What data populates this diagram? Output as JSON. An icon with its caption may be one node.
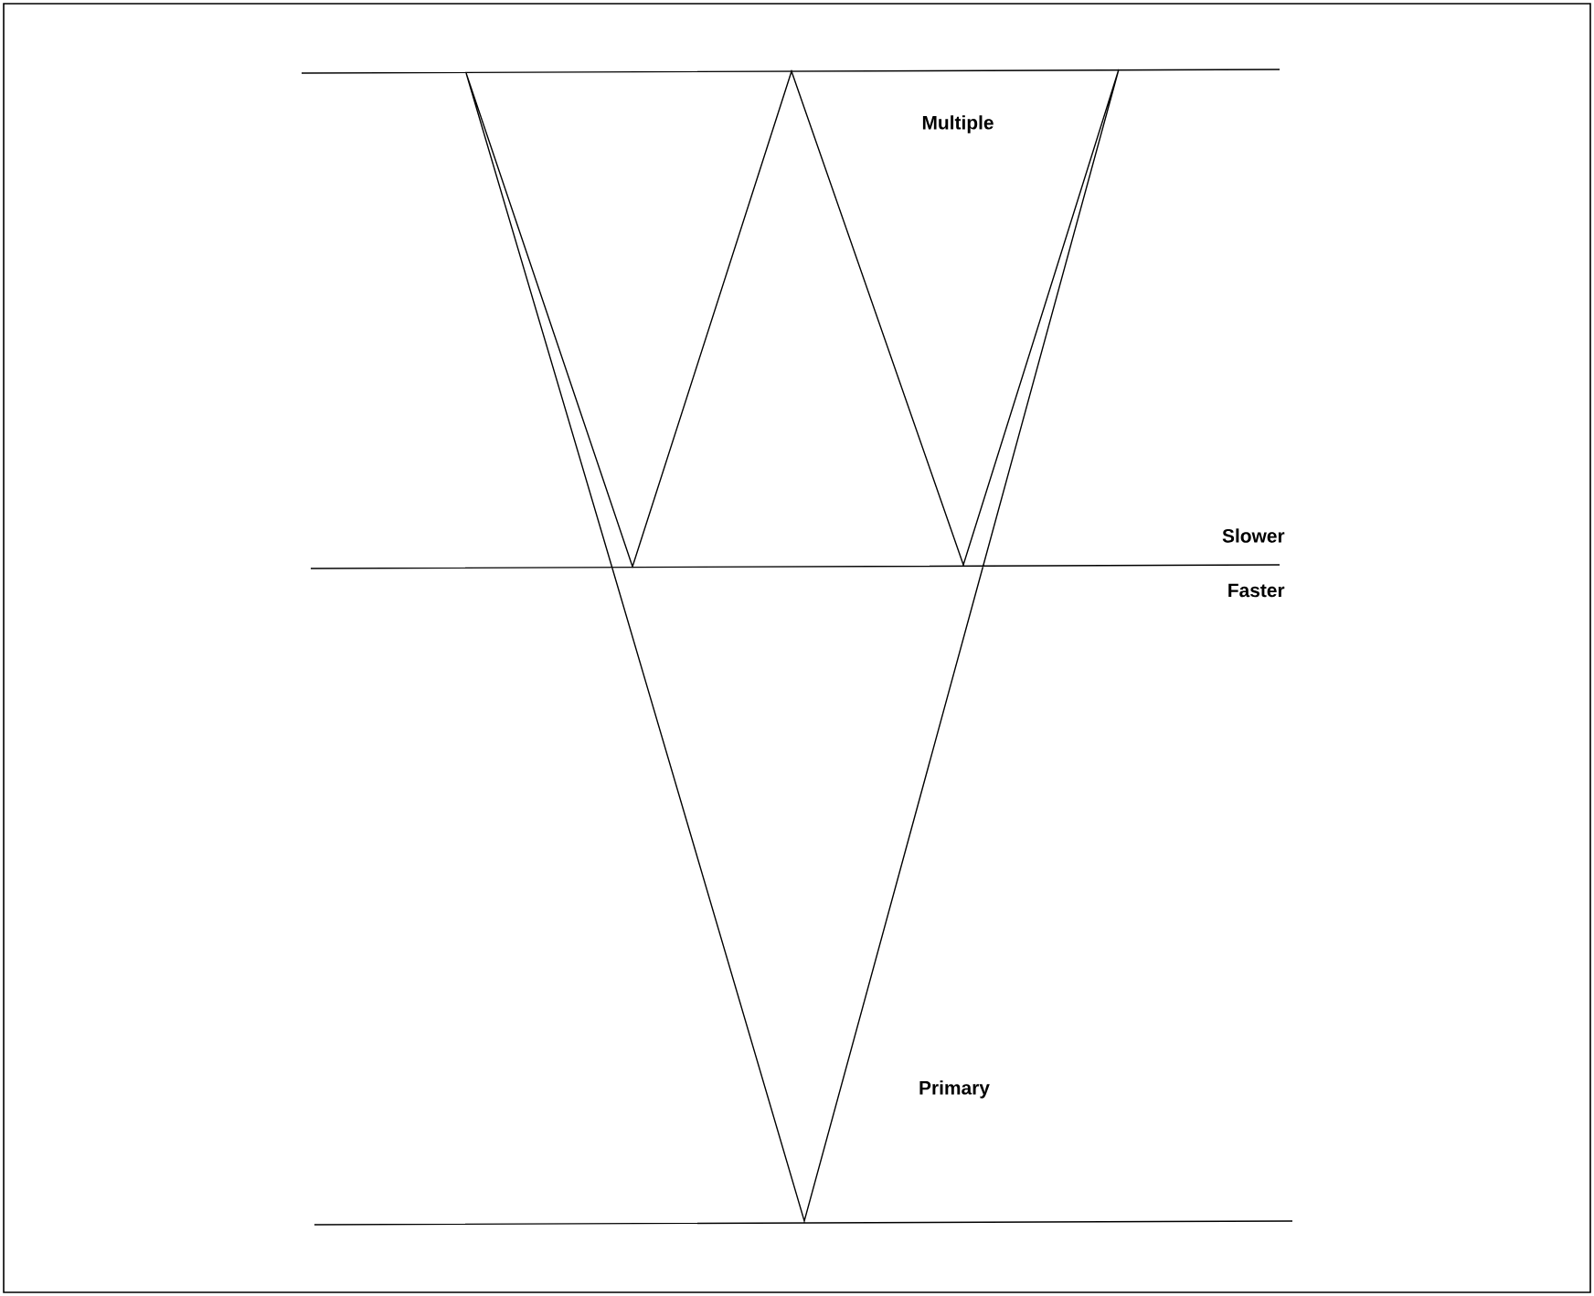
{
  "diagram": {
    "labels": [
      "Multiple",
      "Slower",
      "Faster",
      "Primary"
    ]
  }
}
